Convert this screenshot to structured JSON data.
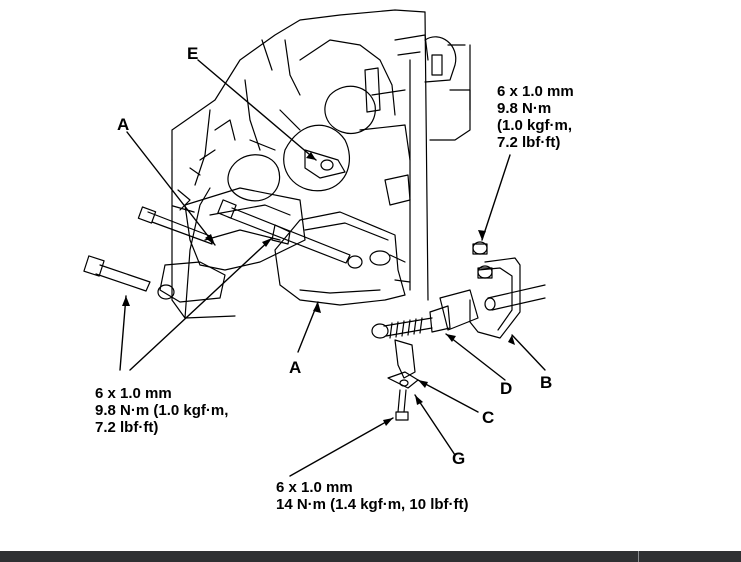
{
  "callouts": {
    "A_top": "A",
    "A_bottom": "A",
    "B": "B",
    "C": "C",
    "D": "D",
    "E": "E",
    "G": "G"
  },
  "specs": {
    "right": [
      "6 x 1.0 mm",
      "9.8 N·m",
      "(1.0 kgf·m,",
      "7.2 lbf·ft)"
    ],
    "left": [
      "6 x 1.0 mm",
      "9.8 N·m (1.0 kgf·m,",
      "7.2 lbf·ft)"
    ],
    "bottom": [
      "6 x 1.0 mm",
      "14 N·m (1.4 kgf·m, 10 lbf·ft)"
    ]
  },
  "colors": {
    "line": "#000000",
    "background": "#ffffff",
    "bottom_bar": "#2f3133"
  }
}
